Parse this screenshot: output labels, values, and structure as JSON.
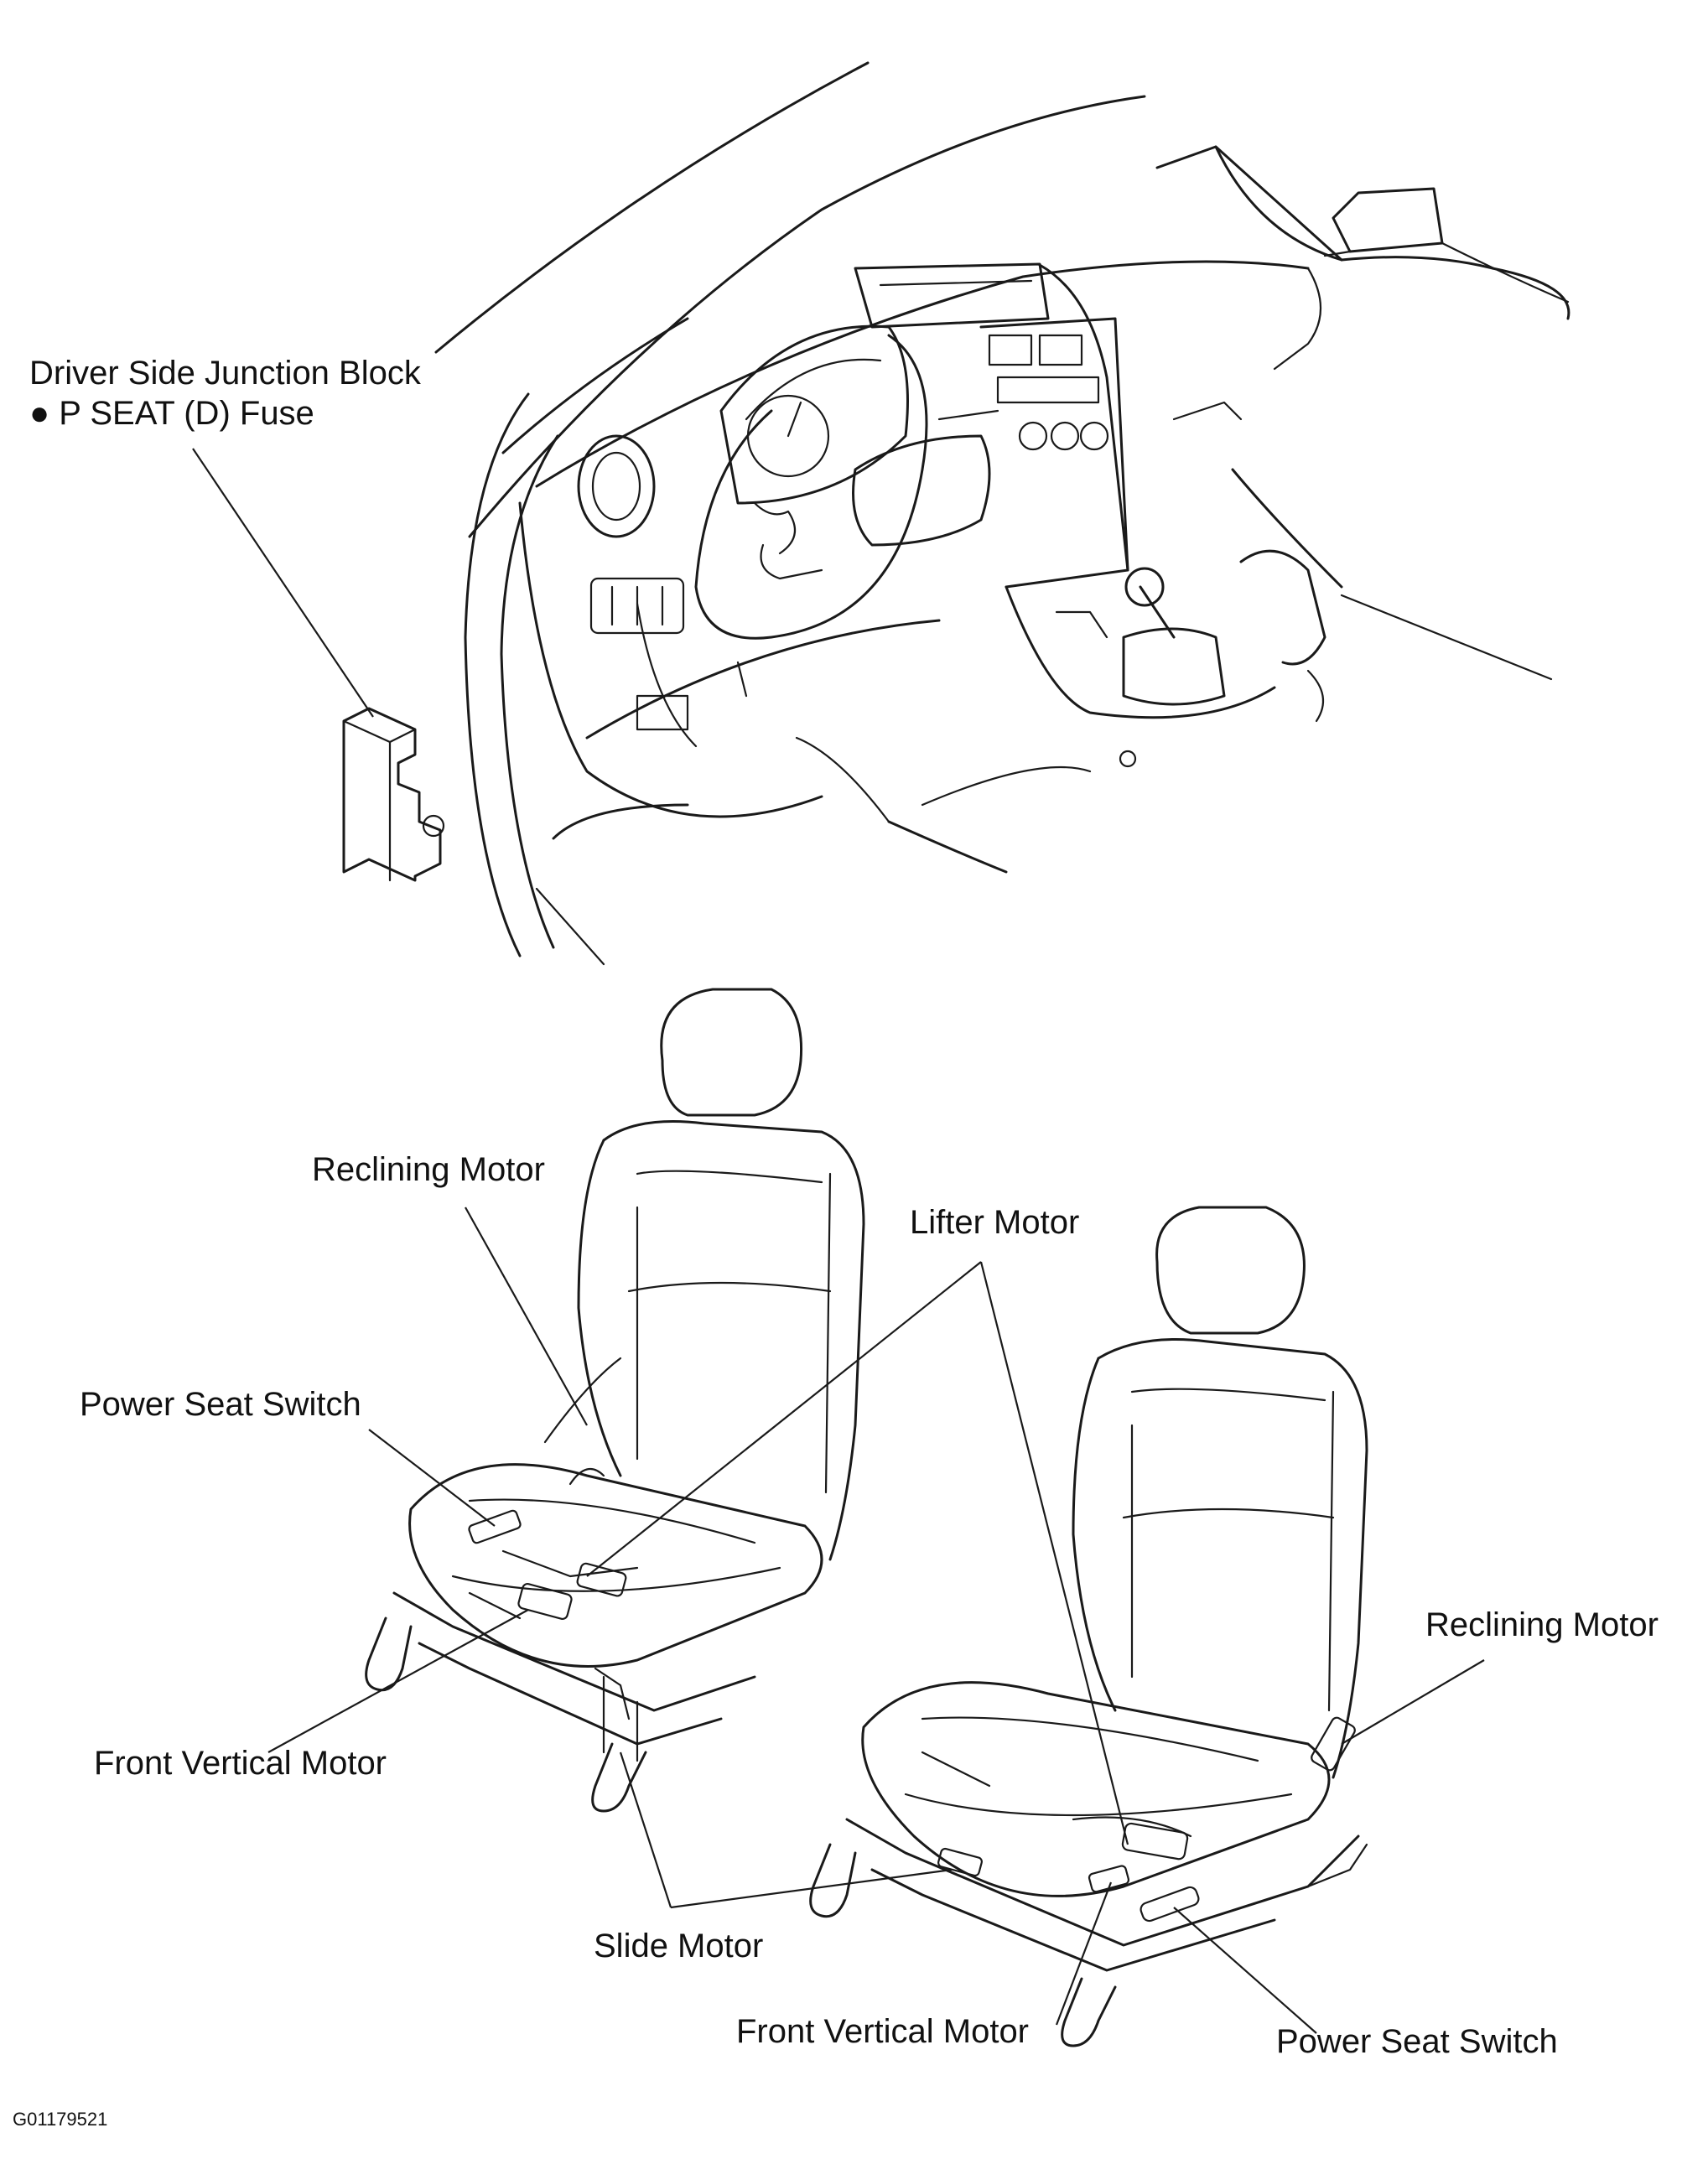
{
  "labels": {
    "junction_block": "Driver Side Junction Block",
    "fuse": "● P SEAT (D) Fuse",
    "reclining_motor_left": "Reclining Motor",
    "lifter_motor": "Lifter Motor",
    "power_seat_switch_left": "Power Seat Switch",
    "front_vertical_motor_left": "Front Vertical Motor",
    "slide_motor": "Slide Motor",
    "reclining_motor_right": "Reclining Motor",
    "front_vertical_motor_right": "Front Vertical Motor",
    "power_seat_switch_right": "Power Seat Switch",
    "figure_code": "G01179521"
  }
}
